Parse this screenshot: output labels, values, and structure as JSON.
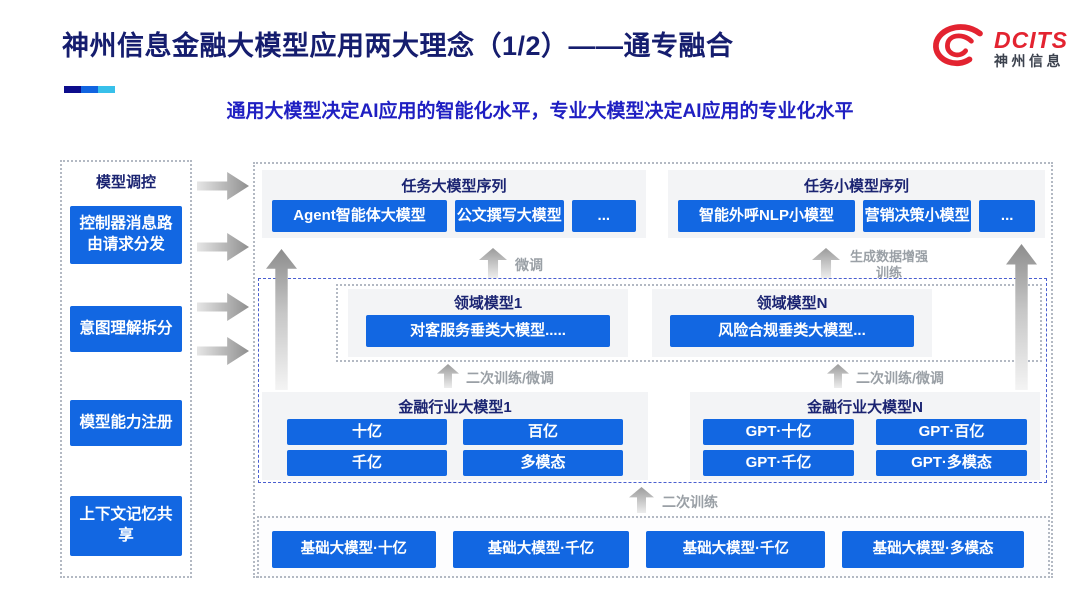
{
  "page": {
    "title": "神州信息金融大模型应用两大理念（1/2）——通专融合",
    "subtitle": "通用大模型决定AI应用的智能化水平，专业大模型决定AI应用的专业化水平"
  },
  "logo": {
    "name": "DCITS",
    "cn": "神州信息",
    "brand_color": "#e32330"
  },
  "colors": {
    "title_navy": "#151d6e",
    "subtitle_blue": "#1f1fc2",
    "box_blue": "#1267e2",
    "accent_navy": "#0d0d8c",
    "accent_blue": "#1164e0",
    "accent_cyan": "#38c0ea",
    "panel_gray": "#f3f4f6",
    "label_gray": "#9aa0a6",
    "dash_blue": "#4a5fd0"
  },
  "sidebar": {
    "title": "模型调控",
    "items": [
      "控制器消息路由请求分发",
      "意图理解拆分",
      "模型能力注册",
      "上下文记忆共享"
    ]
  },
  "task_large": {
    "title": "任务大模型序列",
    "chips": [
      "Agent智能体大模型",
      "公文撰写大模型",
      "..."
    ]
  },
  "task_small": {
    "title": "任务小模型序列",
    "chips": [
      "智能外呼NLP小模型",
      "营销决策小模型",
      "..."
    ]
  },
  "labels": {
    "finetune": "微调",
    "augment": "生成数据增强训练",
    "retrain_finetune_left": "二次训练/微调",
    "retrain_finetune_right": "二次训练/微调",
    "retrain": "二次训练"
  },
  "domain_models": {
    "left": {
      "title": "领域模型1",
      "box": "对客服务垂类大模型....."
    },
    "right": {
      "title": "领域模型N",
      "box": "风险合规垂类大模型..."
    }
  },
  "industry_models": {
    "left": {
      "title": "金融行业大模型1",
      "boxes": [
        "十亿",
        "百亿",
        "千亿",
        "多模态"
      ]
    },
    "right": {
      "title": "金融行业大模型N",
      "boxes": [
        "GPT·十亿",
        "GPT·百亿",
        "GPT·千亿",
        "GPT·多模态"
      ]
    }
  },
  "foundation_models": {
    "boxes": [
      "基础大模型·十亿",
      "基础大模型·千亿",
      "基础大模型·千亿",
      "基础大模型·多模态"
    ]
  }
}
